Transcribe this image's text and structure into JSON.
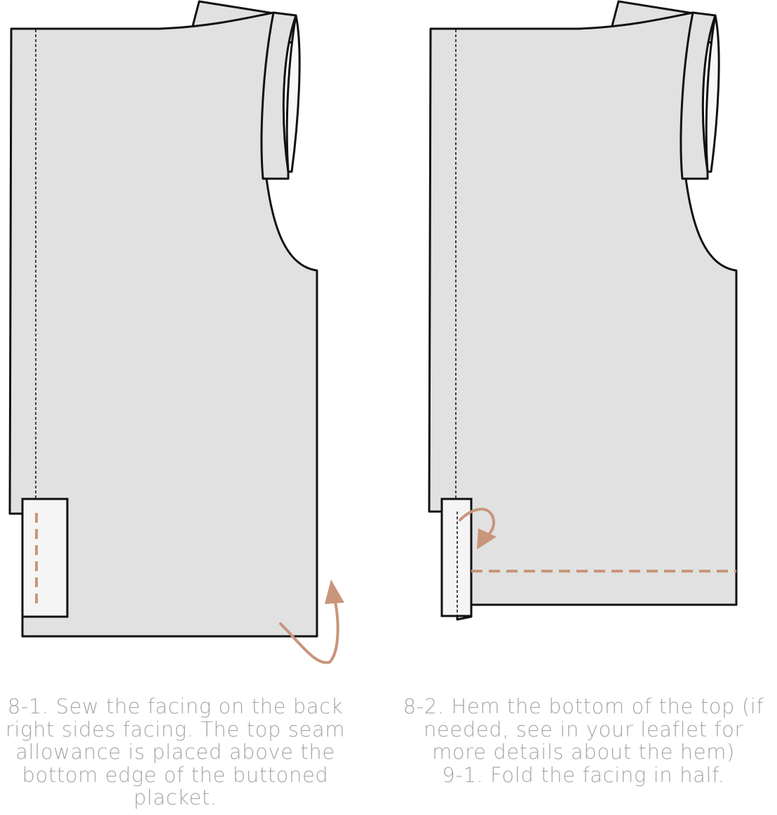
{
  "colors": {
    "fabric": "#e1e1e1",
    "facing": "#f5f5f5",
    "outline": "#111111",
    "stitch_accent": "#c9957b",
    "caption_text": "#a7a7a7"
  },
  "captions": {
    "left": [
      "8-1. Sew the facing on the back",
      "right sides facing. The top seam",
      "allowance is placed above the",
      "bottom edge of the buttoned",
      "placket."
    ],
    "right": [
      "8-2. Hem the bottom of the top (if",
      "needed, see in your leaflet for",
      "more details about the hem)",
      "9-1. Fold the facing in half."
    ]
  }
}
